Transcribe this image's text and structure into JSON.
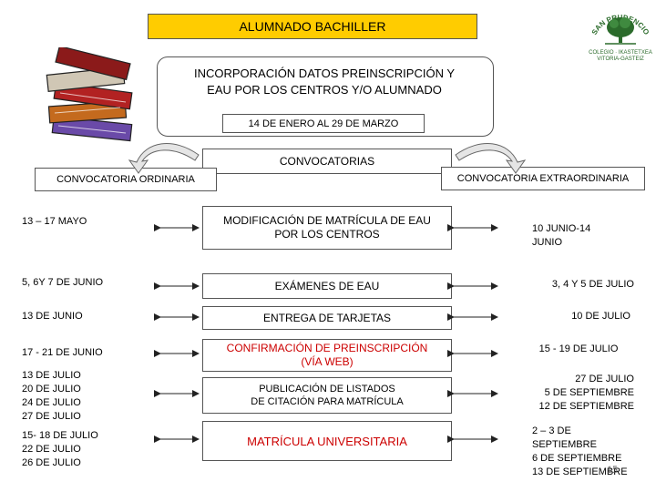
{
  "title": "ALUMNADO BACHILLER",
  "logo": {
    "arc_text": "SAN PRUDENCIO",
    "line1": "COLEGIO · IKASTETXEA",
    "line2": "VITORIA-GASTEIZ"
  },
  "main_box": {
    "line1": "INCORPORACIÓN DATOS PREINSCRIPCIÓN Y",
    "line2": "EAU POR LOS CENTROS  Y/O ALUMNADO"
  },
  "date_range": "14 DE ENERO AL  29 DE MARZO",
  "convocatorias": "CONVOCATORIAS",
  "ordinaria": "CONVOCATORIA ORDINARIA",
  "extraordinaria": "CONVOCATORIA EXTRAORDINARIA",
  "rows": [
    {
      "left": "13 – 17  MAYO",
      "center": "MODIFICACIÓN DE  MATRÍCULA DE EAU\nPOR LOS CENTROS",
      "right": "10 JUNIO-14 JUNIO"
    },
    {
      "left": "5, 6Y 7 DE JUNIO",
      "center": "EXÁMENES DE EAU",
      "right": "3, 4 Y 5 DE JULIO"
    },
    {
      "left": "13 DE JUNIO",
      "center": "ENTREGA DE TARJETAS",
      "right": "10 DE JULIO"
    },
    {
      "left": "17 - 21 DE JUNIO",
      "center": "CONFIRMACIÓN DE PREINSCRIPCIÓN\n(VÍA WEB)",
      "right": "15 - 19 DE JULIO"
    },
    {
      "left": "13 DE JULIO\n20 DE JULIO\n24 DE JULIO\n27 DE JULIO",
      "center": "PUBLICACIÓN DE LISTADOS\nDE CITACIÓN PARA MATRÍCULA",
      "right": "27 DE JULIO\n5 DE SEPTIEMBRE\n12 DE SEPTIEMBRE"
    },
    {
      "left": "15- 18 DE JULIO\n22 DE JULIO\n26 DE JULIO",
      "center": "MATRÍCULA UNIVERSITARIA",
      "right": "2 – 3  DE SEPTIEMBRE\n6  DE SEPTIEMBRE\n13 DE SEPTIEMBRE"
    }
  ],
  "page_number": "15",
  "colors": {
    "title_bg": "#ffcc00",
    "red_text": "#cc0000",
    "logo_green": "#2b6b2b"
  }
}
